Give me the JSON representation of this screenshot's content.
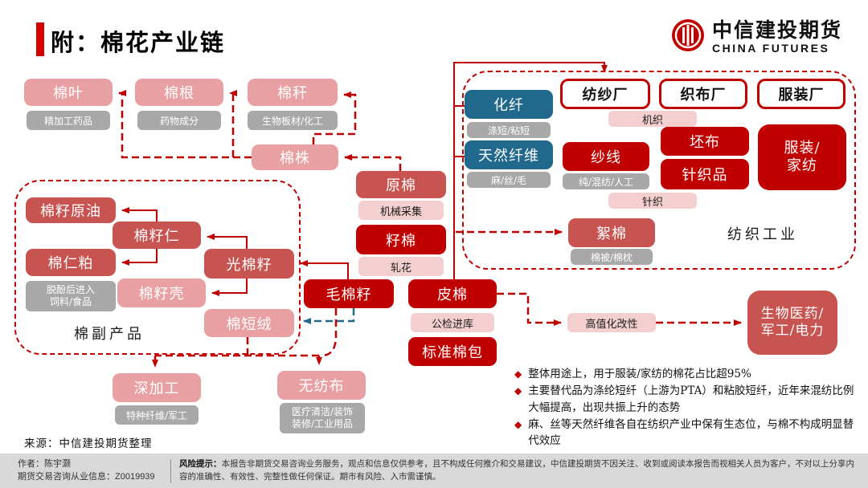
{
  "header": {
    "title": "附：棉花产业链",
    "logo_cn": "中信建投期货",
    "logo_en": "CHINA FUTURES"
  },
  "colors": {
    "bright_red": "#C00000",
    "medium_red": "#C75450",
    "pink": "#E8A0A3",
    "light_pink": "#F4CFD0",
    "gray": "#A8A8A8",
    "teal": "#20698C",
    "footer_bg": "#D9D9D9"
  },
  "icons": {
    "diamond": "◆"
  },
  "boxes": {
    "mianye": {
      "label": "棉叶",
      "sub": "精加工药品"
    },
    "miangen": {
      "label": "棉根",
      "sub": "药物成分"
    },
    "miangan": {
      "label": "棉秆",
      "sub": "生物板材/化工"
    },
    "mianzhu": {
      "label": "棉株"
    },
    "yuanmian": {
      "label": "原棉",
      "sub": "机械采集"
    },
    "zimian": {
      "label": "籽棉",
      "sub": "轧花"
    },
    "maomianzi": {
      "label": "毛棉籽"
    },
    "pimian": {
      "label": "皮棉",
      "sub": "公检进库"
    },
    "biaozhunmianbao": {
      "label": "标准棉包"
    },
    "mianziyuanyou": {
      "label": "棉籽原油"
    },
    "mianziren": {
      "label": "棉籽仁"
    },
    "mianrenpo": {
      "label": "棉仁粕",
      "sub1": "脱酚后进入",
      "sub2": "饲料/食品"
    },
    "guangmianzi": {
      "label": "光棉籽"
    },
    "mianzike": {
      "label": "棉籽壳"
    },
    "mianduanrong": {
      "label": "棉短绒"
    },
    "side_zone_label": "棉副产品",
    "shenjiagong": {
      "label": "深加工",
      "sub": "特种纤维/军工"
    },
    "wufangbu": {
      "label": "无纺布",
      "sub1": "医疗清洁/装饰",
      "sub2": "装修/工业用品"
    },
    "huaxian": {
      "label": "化纤",
      "sub": "涤短/粘短"
    },
    "tianranxianwei": {
      "label": "天然纤维",
      "sub": "麻/丝/毛"
    },
    "fangshachang": {
      "label": "纺纱厂"
    },
    "zhibuchang": {
      "label": "织布厂"
    },
    "fuzhuangchang": {
      "label": "服装厂"
    },
    "jizhi": "机织",
    "shaxian": {
      "label": "纱线",
      "sub": "纯/混纺/人工"
    },
    "pibu": {
      "label": "坯布"
    },
    "zhenzhipin": {
      "label": "针织品"
    },
    "zhenzhi": "针织",
    "fuzhuang_jiafang": {
      "line1": "服装/",
      "line2": "家纺"
    },
    "xumian": {
      "label": "絮棉",
      "sub": "棉被/棉枕"
    },
    "textile_zone_label": "纺织工业",
    "gaozhihua": {
      "label": "高值化改性"
    },
    "shengwuyiyao": {
      "line1": "生物医药/",
      "line2": "军工/电力"
    }
  },
  "bullets": [
    "整体用途上，用于服装/家纺的棉花占比超95%",
    "主要替代品为涤纶短纤（上游为PTA）和粘胶短纤，近年来混纺比例大幅提高，出现共振上升的态势",
    "麻、丝等天然纤维各自在纺织产业中保有生态位，与棉不构成明显替代效应"
  ],
  "source": "来源：中信建投期货整理",
  "footer": {
    "author_line1": "作者：陈宇灏",
    "author_line2": "期货交易咨询从业信息：Z0019939",
    "risk_bold": "风险提示：",
    "risk_text": "本报告非期货交易咨询业务服务，观点和信息仅供参考，且不构成任何推介和交易建议，中信建投期货不因关注、收到或阅读本报告而视相关人员为客户，不对以上分享内容的准确性、有效性、完整性做任何保证。期市有风险、入市需谨慎。"
  }
}
